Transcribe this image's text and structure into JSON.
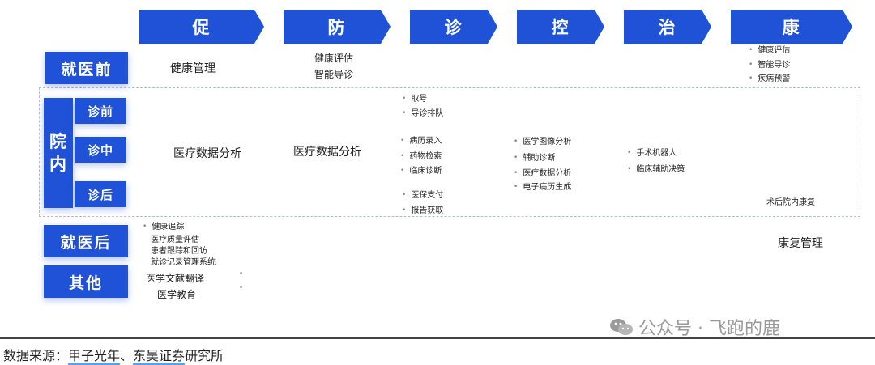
{
  "stages": [
    "促",
    "防",
    "诊",
    "控",
    "治",
    "康"
  ],
  "rows": {
    "pre_visit": "就医前",
    "in_hospital": "院内",
    "in_hospital_sub": [
      "诊前",
      "诊中",
      "诊后"
    ],
    "post_visit": "就医后",
    "other": "其他"
  },
  "cells": {
    "pre_cu": "健康管理",
    "pre_fang": [
      "健康评估",
      "智能导诊"
    ],
    "pre_kang": [
      "健康评估",
      "智能导诊",
      "疾病预警"
    ],
    "in_cu": "医疗数据分析",
    "in_fang": "医疗数据分析",
    "in_zhen_a": [
      "取号",
      "导诊排队"
    ],
    "in_zhen_b": [
      "病历录入",
      "药物检索",
      "临床诊断"
    ],
    "in_zhen_c": [
      "医保支付",
      "报告获取"
    ],
    "in_kong": [
      "医学图像分析",
      "辅助诊断",
      "医疗数据分析",
      "电子病历生成"
    ],
    "in_zhi": [
      "手术机器人",
      "临床辅助决策"
    ],
    "in_kang": "术后院内康复",
    "post_cu": [
      "健康追踪",
      "医疗质量评估",
      "患者跟踪和回访",
      "就诊记录管理系统"
    ],
    "post_kang": "康复管理",
    "other_cu": [
      "医学文献翻译",
      "医学教育"
    ]
  },
  "footer": {
    "prefix": "数据来源：",
    "source1": "甲子光年",
    "sep": "、",
    "source2": "东吴证券",
    "suffix": "研究所"
  },
  "watermark": "公众号 · 飞跑的鹿"
}
